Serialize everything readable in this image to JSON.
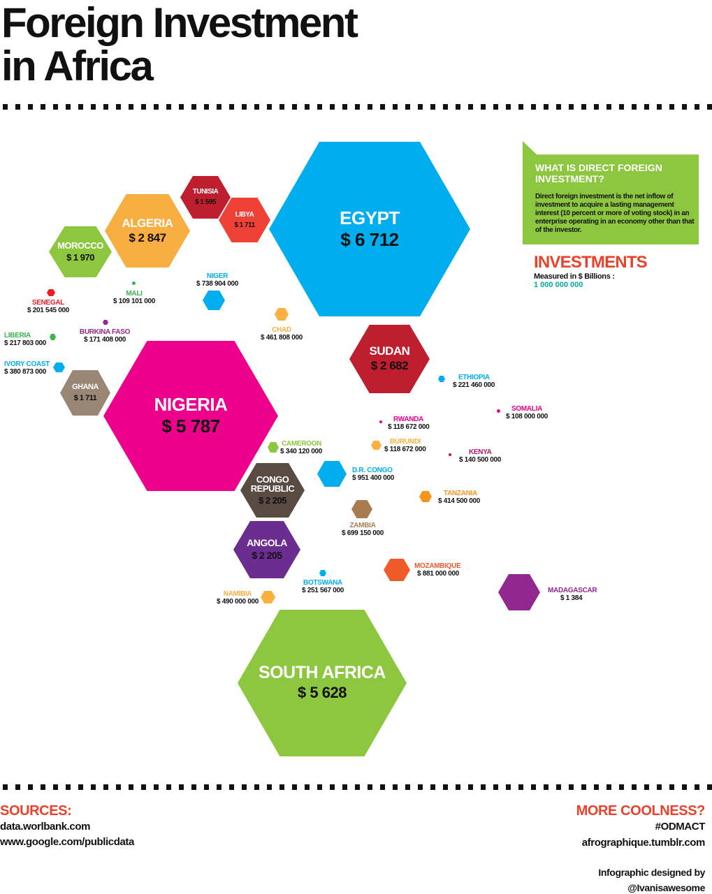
{
  "title": [
    "Foreign Investment",
    "in Africa"
  ],
  "info": {
    "heading": "WHAT IS DIRECT FOREIGN INVESTMENT?",
    "body": "Direct foreign investment is the net inflow of investment to acquire a lasting management interest (10 percent or more of voting stock) in an enterprise operating in an economy other than that of the investor."
  },
  "legend": {
    "title": "INVESTMENTS",
    "measure": "Measured in $ Billions :",
    "unit": "1 000 000 000",
    "title_color": "#e8412c",
    "unit_color": "#00a99d"
  },
  "countries": [
    {
      "id": "egypt",
      "name": "EGYPT",
      "value": "$ 6 712",
      "color": "#00aeef"
    },
    {
      "id": "algeria",
      "name": "ALGERIA",
      "value": "$ 2 847",
      "color": "#f9ae41"
    },
    {
      "id": "morocco",
      "name": "MOROCCO",
      "value": "$ 1 970",
      "color": "#8dc63f"
    },
    {
      "id": "tunisia",
      "name": "TUNISIA",
      "value": "$ 1 595",
      "color": "#be1e2d"
    },
    {
      "id": "libya",
      "name": "LIBYA",
      "value": "$ 1 711",
      "color": "#ef4136"
    },
    {
      "id": "nigeria",
      "name": "NIGERIA",
      "value": "$ 5 787",
      "color": "#ec008c"
    },
    {
      "id": "sudan",
      "name": "SUDAN",
      "value": "$ 2 682",
      "color": "#be1e2d"
    },
    {
      "id": "ghana",
      "name": "GHANA",
      "value": "$ 1 711",
      "color": "#998675"
    },
    {
      "id": "congo",
      "name": "CONGO REPUBLIC",
      "value": "$ 2 205",
      "color": "#594a42"
    },
    {
      "id": "angola",
      "name": "ANGOLA",
      "value": "$ 2 205",
      "color": "#6b2d90"
    },
    {
      "id": "southafrica",
      "name": "SOUTH AFRICA",
      "value": "$ 5 628",
      "color": "#8dc63f"
    },
    {
      "id": "madagascar",
      "name": "MADAGASCAR",
      "value": "$ 1 384",
      "color": "#92278f"
    },
    {
      "id": "niger",
      "name": "NIGER",
      "value": "$ 738 904 000",
      "color": "#00aeef"
    },
    {
      "id": "senegal",
      "name": "SENEGAL",
      "value": "$ 201 545 000",
      "color": "#ed1c24"
    },
    {
      "id": "mali",
      "name": "MALI",
      "value": "$ 109 101 000",
      "color": "#39b54a"
    },
    {
      "id": "burkina",
      "name": "BURKINA FASO",
      "value": "$ 171 408 000",
      "color": "#92278f"
    },
    {
      "id": "liberia",
      "name": "LIBERIA",
      "value": "$ 217 803 000",
      "color": "#39b54a"
    },
    {
      "id": "ivory",
      "name": "IVORY COAST",
      "value": "$ 380 873 000",
      "color": "#00aeef"
    },
    {
      "id": "chad",
      "name": "CHAD",
      "value": "$ 461 808 000",
      "color": "#fbb040"
    },
    {
      "id": "ethiopia",
      "name": "ETHIOPIA",
      "value": "$ 221 460 000",
      "color": "#00aeef"
    },
    {
      "id": "somalia",
      "name": "SOMALIA",
      "value": "$ 108 000 000",
      "color": "#ec008c"
    },
    {
      "id": "rwanda",
      "name": "RWANDA",
      "value": "$ 118 672 000",
      "color": "#ec008c"
    },
    {
      "id": "burundi",
      "name": "BURUNDI",
      "value": "$ 118 672 000",
      "color": "#fbb040"
    },
    {
      "id": "kenya",
      "name": "KENYA",
      "value": "$ 140 500 000",
      "color": "#b5176e"
    },
    {
      "id": "cameroon",
      "name": "CAMEROON",
      "value": "$ 340 120 000",
      "color": "#8dc63f"
    },
    {
      "id": "drcongo",
      "name": "D.R. CONGO",
      "value": "$ 951 400 000",
      "color": "#00aeef"
    },
    {
      "id": "tanzania",
      "name": "TANZANIA",
      "value": "$ 414 500 000",
      "color": "#f7941d"
    },
    {
      "id": "zambia",
      "name": "ZAMBIA",
      "value": "$ 699 150 000",
      "color": "#a97c50"
    },
    {
      "id": "mozambique",
      "name": "MOZAMBIQUE",
      "value": "$ 881 000 000",
      "color": "#f15a29"
    },
    {
      "id": "botswana",
      "name": "BOTSWANA",
      "value": "$ 251 567 000",
      "color": "#00aeef"
    },
    {
      "id": "namibia",
      "name": "NAMIBIA",
      "value": "$ 490 000 000",
      "color": "#fbb040"
    }
  ],
  "footer": {
    "sources_title": "SOURCES:",
    "sources": [
      "data.worlbank.com",
      "www.google.com/publicdata"
    ],
    "more_title": "MORE COOLNESS?",
    "tag": "#ODMACT",
    "site": "afrographique.tumblr.com",
    "credit": "Infographic designed by",
    "handle": "@Ivanisawesome"
  }
}
